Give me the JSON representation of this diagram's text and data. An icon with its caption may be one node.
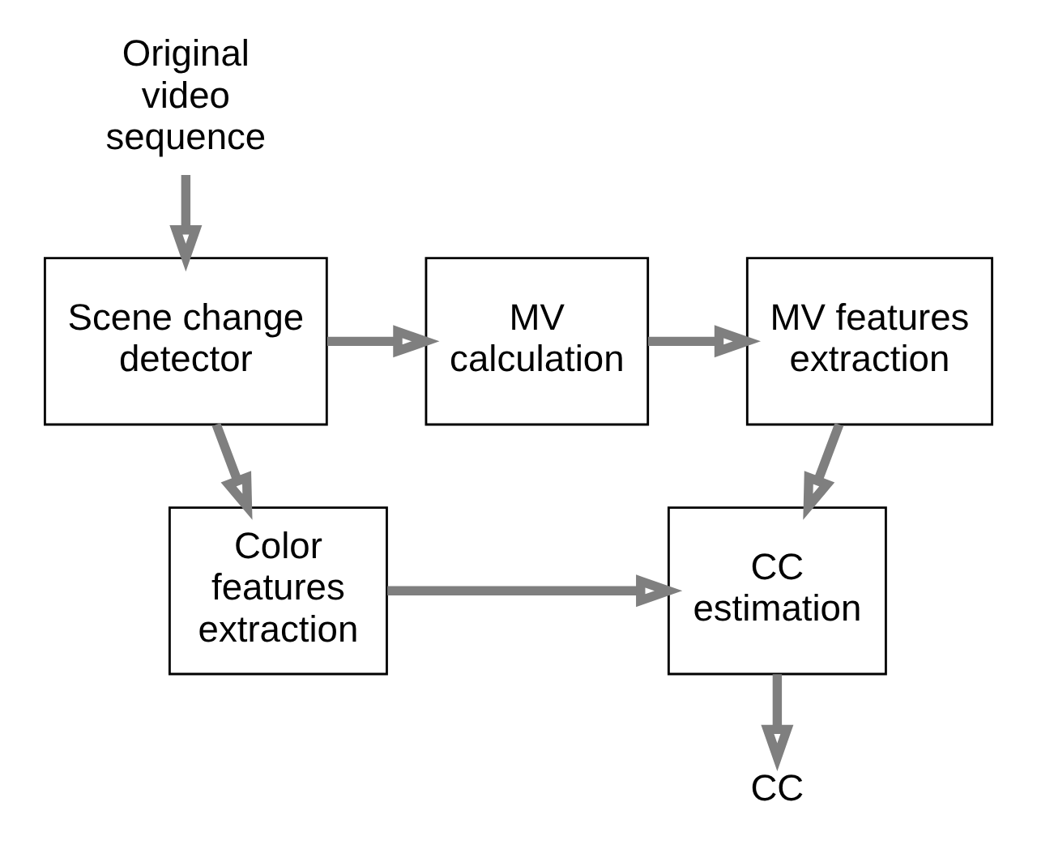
{
  "diagram": {
    "nodes": [
      {
        "text": [
          "Original video sequence"
        ]
      },
      {
        "text": [
          "Scene change detector"
        ]
      },
      {
        "text": [
          "MV calculation"
        ]
      },
      {
        "text": [
          "MV features extraction"
        ]
      },
      {
        "text": [
          "Color features extraction"
        ]
      },
      {
        "text": [
          "CC estimation"
        ]
      },
      {
        "text": [
          "CC"
        ]
      }
    ],
    "edges": [
      {
        "from": 0,
        "to": 1,
        "arrow": "to"
      },
      {
        "from": 1,
        "to": 2,
        "arrow": "to"
      },
      {
        "from": 2,
        "to": 3,
        "arrow": "to"
      },
      {
        "from": 1,
        "to": 4,
        "arrow": "to"
      },
      {
        "from": 3,
        "to": 5,
        "arrow": "to"
      },
      {
        "from": 4,
        "to": 5,
        "arrow": "to"
      },
      {
        "from": 5,
        "to": 6,
        "arrow": "to"
      }
    ]
  }
}
